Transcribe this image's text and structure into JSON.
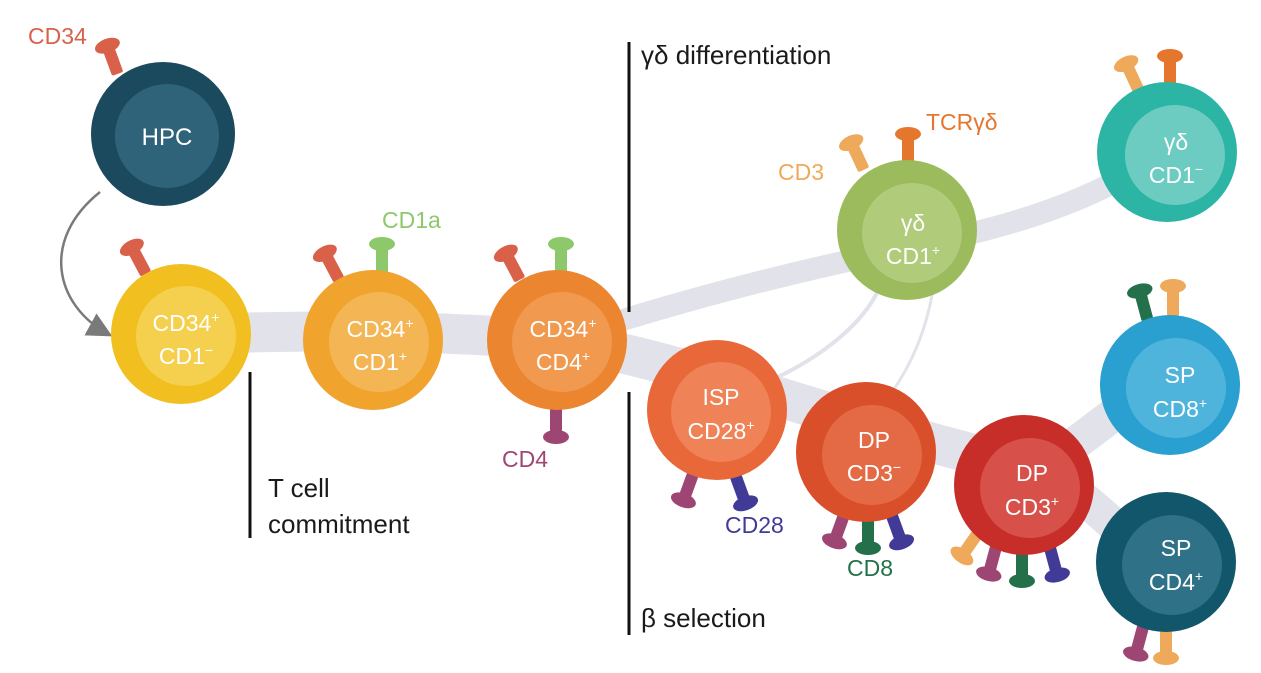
{
  "colors": {
    "cd34": "#d9614a",
    "cd1a": "#8dc96a",
    "cd4": "#9e4673",
    "cd3": "#efa95a",
    "tcr": "#e5762d",
    "cd28": "#413a96",
    "cd8": "#23704a",
    "path": "#e2e2ea",
    "hpc_outer": "#1b4a5e",
    "hpc_inner": "#2e6379",
    "c1_outer": "#f1bf1f",
    "c1_inner": "#f5d04e",
    "c2_outer": "#f0a32d",
    "c2_inner": "#f4b554",
    "c3_outer": "#ec8530",
    "c3_inner": "#f19a4f",
    "isp_outer": "#e9683a",
    "isp_inner": "#ef8257",
    "dpneg_outer": "#d94f2a",
    "dpneg_inner": "#e46a45",
    "dppos_outer": "#c72e2a",
    "dppos_inner": "#d8504a",
    "gdpos_outer": "#9bbb5d",
    "gdpos_inner": "#b0cb7a",
    "gdneg_outer": "#2cb5a5",
    "gdneg_inner": "#6cccc1",
    "sp8_outer": "#2aa0d0",
    "sp8_inner": "#4fb4dc",
    "sp4_outer": "#12566c",
    "sp4_inner": "#2f7186"
  },
  "cells": {
    "hpc": {
      "line1": "HPC"
    },
    "c1": {
      "line1": "CD34",
      "sup1": "+",
      "line2": "CD1",
      "sup2": "−"
    },
    "c2": {
      "line1": "CD34",
      "sup1": "+",
      "line2": "CD1",
      "sup2": "+"
    },
    "c3": {
      "line1": "CD34",
      "sup1": "+",
      "line2": "CD4",
      "sup2": "+"
    },
    "isp": {
      "line1": "ISP",
      "line2": "CD28",
      "sup2": "+"
    },
    "dpneg": {
      "line1": "DP",
      "line2": "CD3",
      "sup2": "−"
    },
    "dppos": {
      "line1": "DP",
      "line2": "CD3",
      "sup2": "+"
    },
    "gdpos": {
      "line1": "γδ",
      "line2": "CD1",
      "sup2": "+"
    },
    "gdneg": {
      "line1": "γδ",
      "line2": "CD1",
      "sup2": "−"
    },
    "sp8": {
      "line1": "SP",
      "line2": "CD8",
      "sup2": "+"
    },
    "sp4": {
      "line1": "SP",
      "line2": "CD4",
      "sup2": "+"
    }
  },
  "markers": {
    "cd34": "CD34",
    "cd1a": "CD1a",
    "cd4": "CD4",
    "cd3": "CD3",
    "tcr": "TCRγδ",
    "cd28": "CD28",
    "cd8": "CD8"
  },
  "stages": {
    "commitment_line1": "T cell",
    "commitment_line2": "commitment",
    "gd_differentiation": "γδ differentiation",
    "beta_selection": "β selection"
  }
}
